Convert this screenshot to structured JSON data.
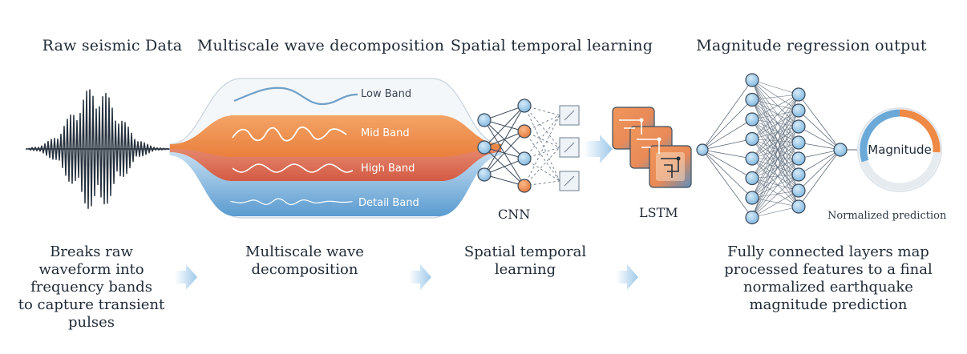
{
  "stages": [
    {
      "title": "Raw seismic Data"
    },
    {
      "title": "Multiscale wave decomposition"
    },
    {
      "title": "Spatial temporal learning"
    },
    {
      "title": "Magnitude regression output"
    }
  ],
  "bands": {
    "low": "Low Band",
    "mid": "Mid Band",
    "high": "High Band",
    "detail": "Detail Band"
  },
  "network_labels": {
    "cnn": "CNN",
    "lstm": "LSTM"
  },
  "output": {
    "gauge_label": "Magnitude",
    "caption": "Normalized prediction"
  },
  "descriptions": {
    "raw": [
      "Breaks raw",
      "waveform into",
      "frequency bands",
      "to capture transient",
      "pulses"
    ],
    "multiscale": [
      "Multiscale wave",
      "decomposition"
    ],
    "spatial": [
      "Spatial temporal",
      "learning"
    ],
    "regression": [
      "Fully connected layers map",
      "processed features to a final",
      "normalized earthquake",
      "magnitude prediction"
    ]
  },
  "colors": {
    "orange": "#ee8a45",
    "red": "#dc6a52",
    "blue": "#6ba9d8",
    "node_blue": "#8ec2e8",
    "dark": "#26313d"
  }
}
